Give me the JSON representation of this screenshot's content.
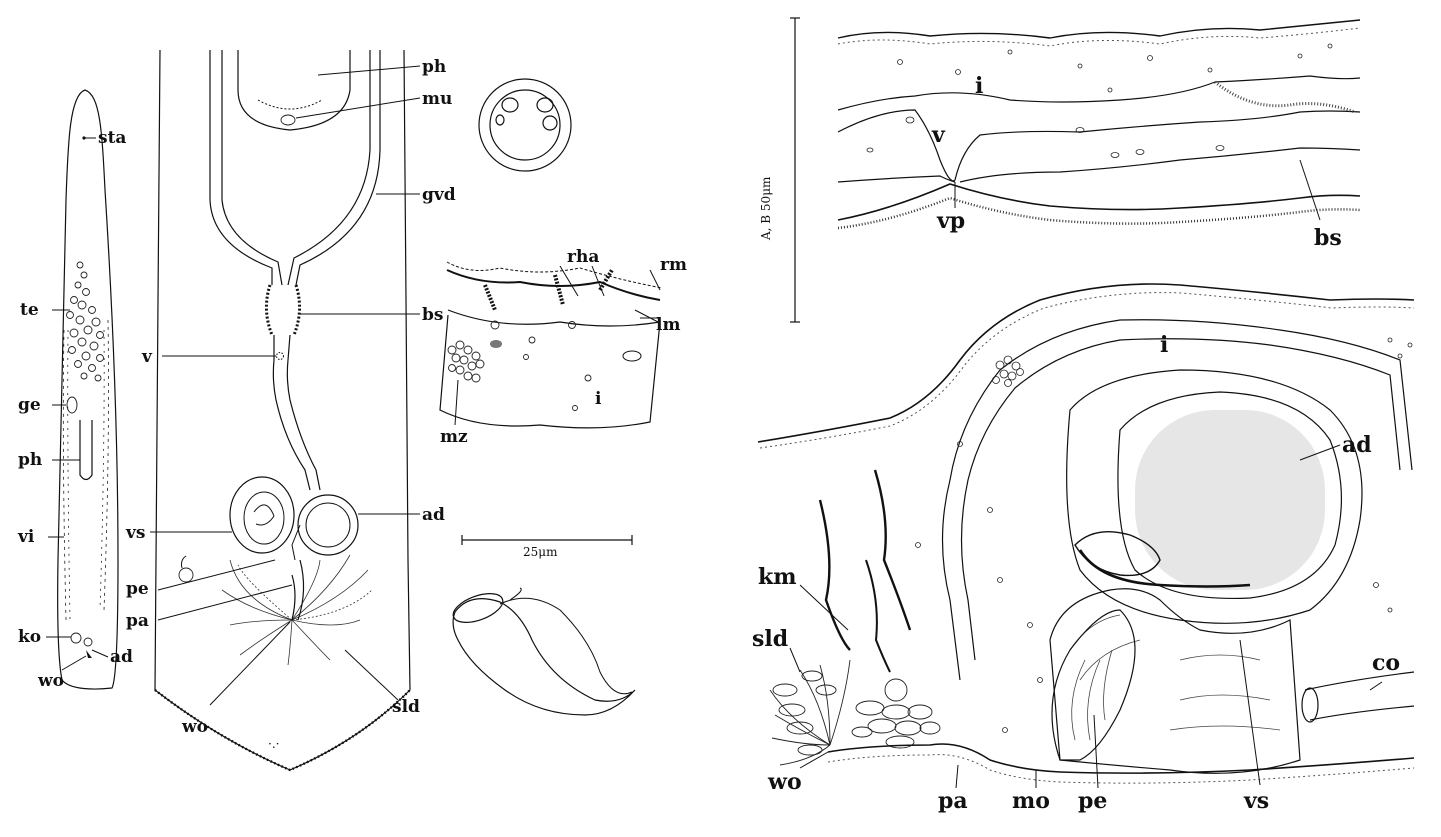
{
  "figure_a": {
    "labels": {
      "sta": "sta",
      "te": "te",
      "ge": "ge",
      "ph": "ph",
      "vi": "vi",
      "ko": "ko",
      "ad": "ad",
      "wo": "wo"
    }
  },
  "figure_b": {
    "labels": {
      "ph": "ph",
      "mu": "mu",
      "gvd": "gvd",
      "bs": "bs",
      "v": "v",
      "vs": "vs",
      "ad": "ad",
      "pe": "pe",
      "pa": "pa",
      "sld": "sld",
      "wo": "wo"
    }
  },
  "figure_c": {
    "labels": {
      "rha": "rha",
      "rm": "rm",
      "lm": "lm",
      "mz": "mz",
      "i": "i"
    }
  },
  "scale_small": "25μm",
  "scale_large": "A, B 50μm",
  "figure_top_right": {
    "labels": {
      "i": "i",
      "v": "v",
      "vp": "vp",
      "bs": "bs"
    }
  },
  "figure_bottom_right": {
    "labels": {
      "i": "i",
      "ad": "ad",
      "km": "km",
      "sld": "sld",
      "co": "co",
      "wo": "wo",
      "pa": "pa",
      "mo": "mo",
      "pe": "pe",
      "vs": "vs"
    }
  }
}
